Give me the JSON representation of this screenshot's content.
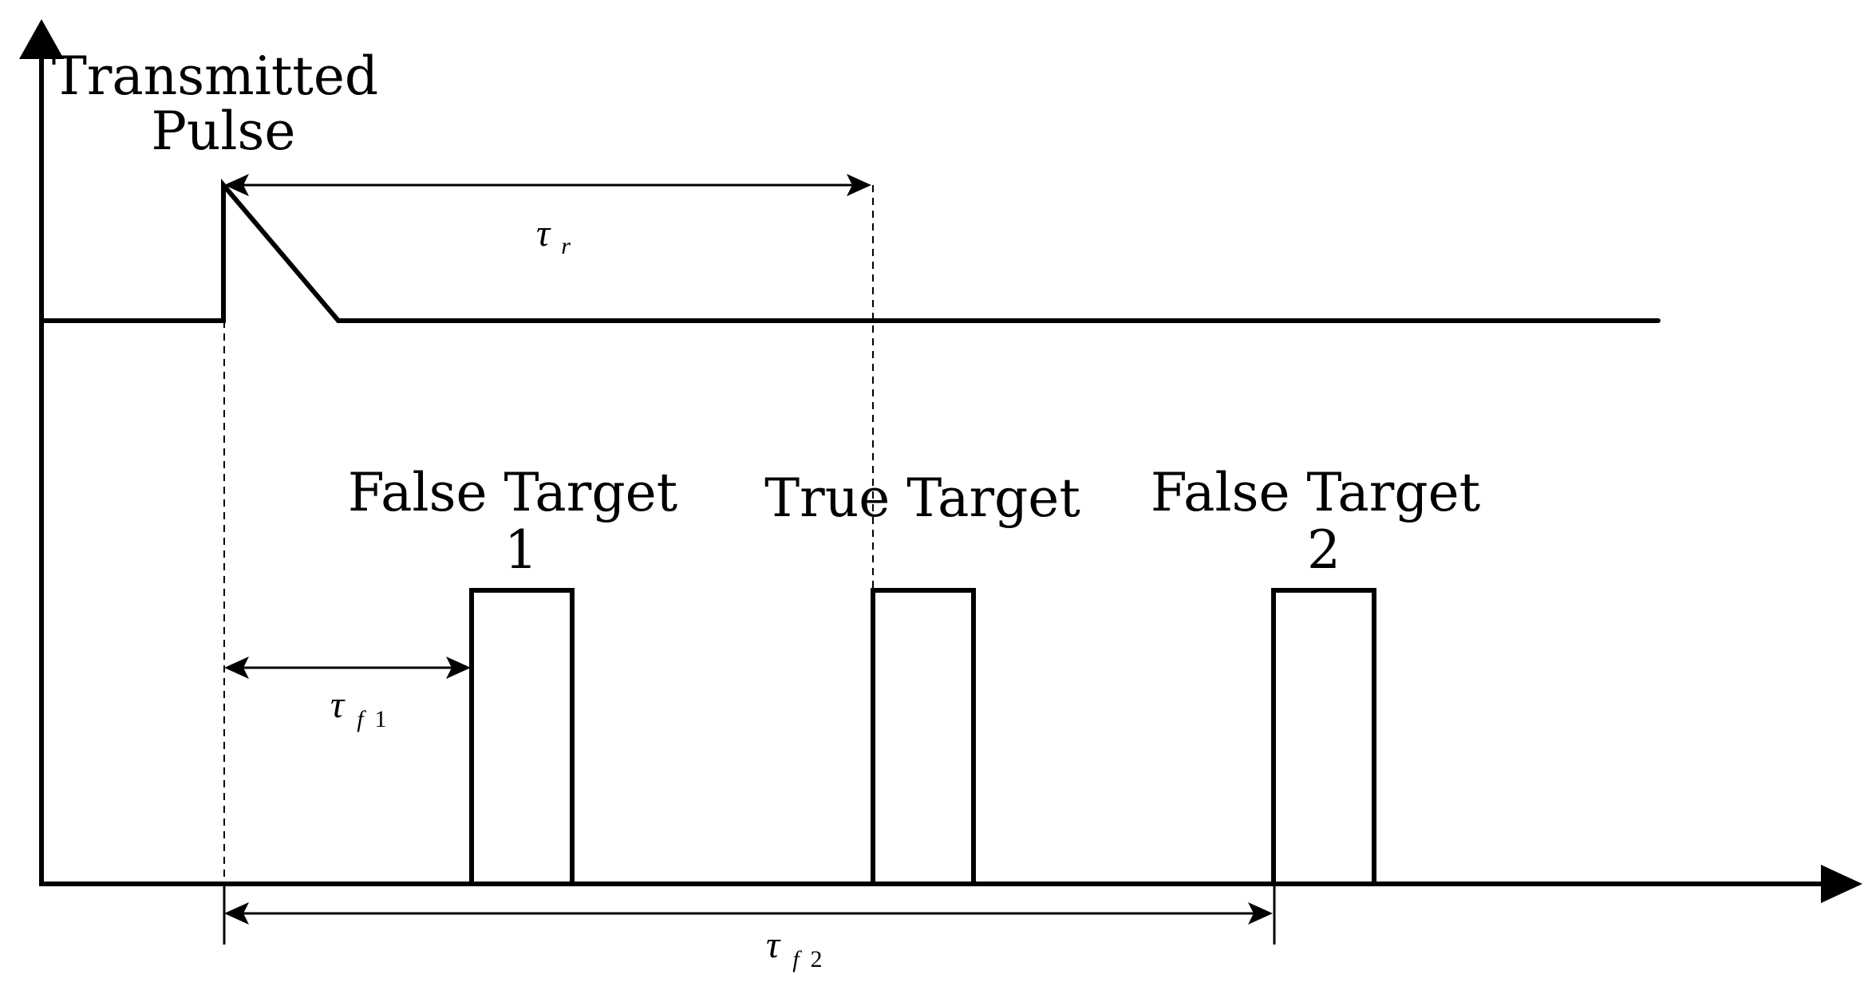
{
  "diagram": {
    "labels": {
      "transmitted_pulse": [
        "Transmitted",
        "Pulse"
      ],
      "false_target_1": [
        "False Target",
        "1"
      ],
      "true_target": "True Target",
      "false_target_2": [
        "False Target",
        "2"
      ]
    },
    "delays": {
      "tau_r": {
        "symbol": "τ",
        "subscript": "r"
      },
      "tau_f1": {
        "symbol": "τ",
        "subscript": "f",
        "subscript_index": "1"
      },
      "tau_f2": {
        "symbol": "τ",
        "subscript": "f",
        "subscript_index": "2"
      }
    }
  }
}
